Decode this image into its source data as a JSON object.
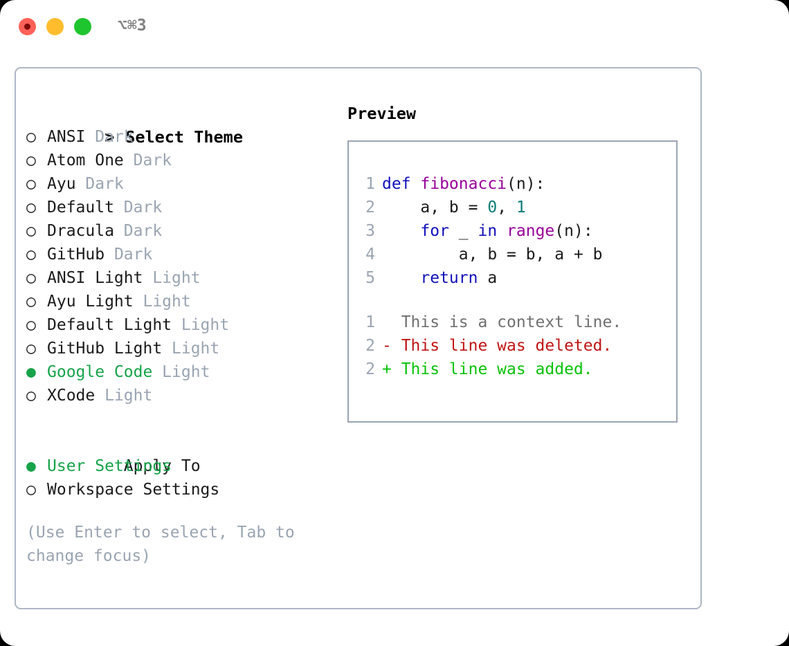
{
  "titlebar": {
    "shortcut": "⌥⌘3",
    "buttons": [
      {
        "name": "close",
        "color": "#ff6159"
      },
      {
        "name": "minimize",
        "color": "#ffbd2e"
      },
      {
        "name": "maximize",
        "color": "#1fc52f"
      }
    ]
  },
  "colors": {
    "selected_green": "#16a34a",
    "muted_gray": "#9aa4b2",
    "border": "#aeb7c4",
    "keyword_blue": "#1111bb",
    "function_purple": "#990099",
    "number_teal": "#0b7b7b",
    "diff_delete_red": "#c01414",
    "diff_add_green": "#08c208"
  },
  "theme_section": {
    "heading_marker": ">",
    "heading": "Select Theme",
    "selected_marker": "●",
    "unselected_marker": "○",
    "items": [
      {
        "name": "ANSI",
        "variant": "Dark",
        "selected": false
      },
      {
        "name": "Atom One",
        "variant": "Dark",
        "selected": false
      },
      {
        "name": "Ayu",
        "variant": "Dark",
        "selected": false
      },
      {
        "name": "Default",
        "variant": "Dark",
        "selected": false
      },
      {
        "name": "Dracula",
        "variant": "Dark",
        "selected": false
      },
      {
        "name": "GitHub",
        "variant": "Dark",
        "selected": false
      },
      {
        "name": "ANSI Light",
        "variant": "Light",
        "selected": false
      },
      {
        "name": "Ayu Light",
        "variant": "Light",
        "selected": false
      },
      {
        "name": "Default Light",
        "variant": "Light",
        "selected": false
      },
      {
        "name": "GitHub Light",
        "variant": "Light",
        "selected": false
      },
      {
        "name": "Google Code",
        "variant": "Light",
        "selected": true
      },
      {
        "name": "XCode",
        "variant": "Light",
        "selected": false
      }
    ]
  },
  "apply_to_section": {
    "heading": "Apply To",
    "items": [
      {
        "name": "User Settings",
        "selected": true
      },
      {
        "name": "Workspace Settings",
        "selected": false
      }
    ]
  },
  "hint": "(Use Enter to select, Tab to change focus)",
  "preview": {
    "title": "Preview",
    "code_lines": [
      {
        "no": "1",
        "tokens": [
          {
            "t": "def ",
            "c": "kw"
          },
          {
            "t": "fibonacci",
            "c": "fn"
          },
          {
            "t": "(n):",
            "c": "plain"
          }
        ]
      },
      {
        "no": "2",
        "tokens": [
          {
            "t": "    a, b = ",
            "c": "plain"
          },
          {
            "t": "0",
            "c": "num"
          },
          {
            "t": ", ",
            "c": "plain"
          },
          {
            "t": "1",
            "c": "num"
          }
        ]
      },
      {
        "no": "3",
        "tokens": [
          {
            "t": "    ",
            "c": "plain"
          },
          {
            "t": "for",
            "c": "kw"
          },
          {
            "t": " _ ",
            "c": "plain"
          },
          {
            "t": "in",
            "c": "kw"
          },
          {
            "t": " ",
            "c": "plain"
          },
          {
            "t": "range",
            "c": "fn"
          },
          {
            "t": "(n):",
            "c": "plain"
          }
        ]
      },
      {
        "no": "4",
        "tokens": [
          {
            "t": "        a, b = b, a + b",
            "c": "plain"
          }
        ]
      },
      {
        "no": "5",
        "tokens": [
          {
            "t": "    ",
            "c": "plain"
          },
          {
            "t": "return",
            "c": "kw"
          },
          {
            "t": " a",
            "c": "plain"
          }
        ]
      }
    ],
    "diff_lines": [
      {
        "no": "1",
        "text": "  This is a context line.",
        "kind": "ctx"
      },
      {
        "no": "2",
        "text": "- This line was deleted.",
        "kind": "del"
      },
      {
        "no": "2",
        "text": "+ This line was added.",
        "kind": "add"
      }
    ]
  }
}
